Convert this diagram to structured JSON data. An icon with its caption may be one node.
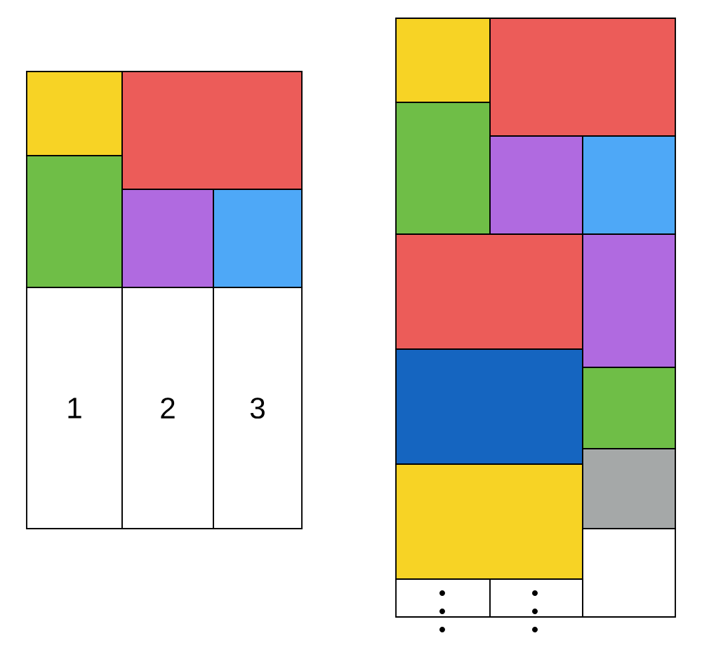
{
  "diagram": {
    "nodes": [
      {
        "text": [],
        "shape": "box"
      },
      {
        "text": [],
        "shape": "box"
      },
      {
        "text": [],
        "shape": "box"
      },
      {
        "text": [],
        "shape": "box"
      },
      {
        "text": [],
        "shape": "box"
      },
      {
        "text": [
          "1"
        ]
      },
      {
        "text": [
          "2"
        ]
      },
      {
        "text": [
          "3"
        ]
      },
      {
        "text": [],
        "shape": "box"
      },
      {
        "text": [],
        "shape": "box"
      },
      {
        "text": [],
        "shape": "box"
      },
      {
        "text": [],
        "shape": "box"
      },
      {
        "text": [],
        "shape": "box"
      },
      {
        "text": [],
        "shape": "box"
      },
      {
        "text": [],
        "shape": "box"
      },
      {
        "text": [],
        "shape": "box"
      },
      {
        "text": [],
        "shape": "box"
      },
      {
        "text": [],
        "shape": "box"
      },
      {
        "text": [],
        "shape": "box"
      },
      {
        "text": [],
        "shape": "box"
      },
      {
        "text": [],
        "shape": "box"
      },
      {
        "text": [],
        "shape": "box"
      }
    ]
  }
}
